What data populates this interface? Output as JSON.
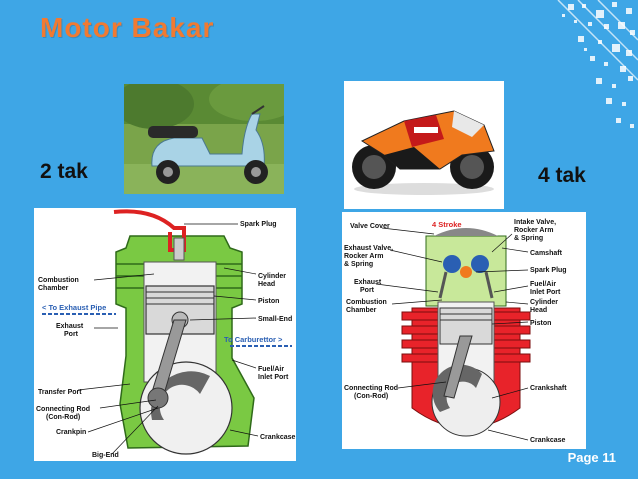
{
  "slide": {
    "title": "Motor Bakar",
    "label_left": "2 tak",
    "label_right": "4 tak",
    "page": "Page 11",
    "colors": {
      "background": "#3ea6e6",
      "title": "#f07a32"
    }
  },
  "diagram_2stroke": {
    "labels": {
      "spark_plug": "Spark Plug",
      "combustion_chamber": [
        "Combustion",
        "Chamber"
      ],
      "cylinder_head": [
        "Cylinder",
        "Head"
      ],
      "piston": "Piston",
      "small_end": "Small-End",
      "to_exhaust_pipe": "< To Exhaust Pipe",
      "exhaust_port": [
        "Exhaust",
        "Port"
      ],
      "to_carburettor": "To Carburettor >",
      "fuel_air_inlet": [
        "Fuel/Air",
        "Inlet Port"
      ],
      "transfer_port": "Transfer Port",
      "connecting_rod": [
        "Connecting Rod",
        "(Con-Rod)"
      ],
      "crankpin": "Crankpin",
      "crankcase": "Crankcase",
      "big_end": "Big-End"
    }
  },
  "diagram_4stroke": {
    "labels": {
      "title": "4 Stroke",
      "valve_cover": "Valve Cover",
      "intake_valve": [
        "Intake Valve,",
        "Rocker Arm",
        "& Spring"
      ],
      "exhaust_valve": [
        "Exhaust Valve,",
        "Rocker Arm",
        "& Spring"
      ],
      "camshaft": "Camshaft",
      "spark_plug": "Spark Plug",
      "exhaust_port": [
        "Exhaust",
        "Port"
      ],
      "fuel_air_inlet": [
        "Fuel/Air",
        "Inlet Port"
      ],
      "combustion_chamber": [
        "Combustion",
        "Chamber"
      ],
      "cylinder_head": [
        "Cylinder",
        "Head"
      ],
      "piston": "Piston",
      "connecting_rod": [
        "Connecting Rod",
        "(Con-Rod)"
      ],
      "crankshaft": "Crankshaft",
      "crankcase": "Crankcase"
    }
  }
}
